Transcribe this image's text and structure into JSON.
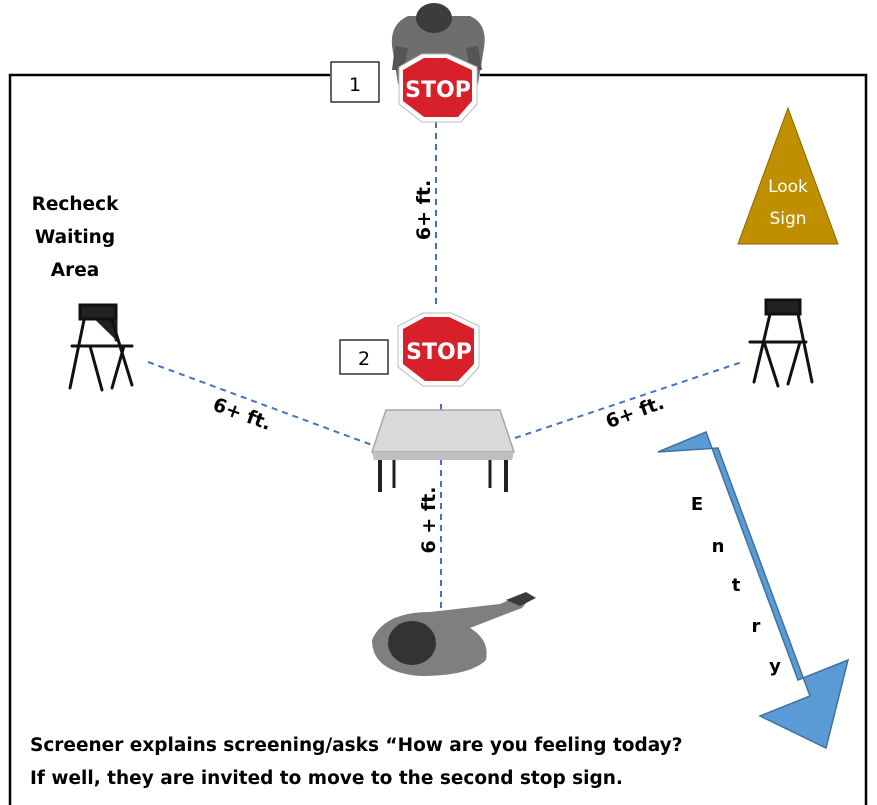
{
  "labels": {
    "marker_1": "1",
    "marker_2": "2",
    "stop_1": "STOP",
    "stop_2": "STOP",
    "look_sign_line1": "Look",
    "look_sign_line2": "Sign",
    "recheck_line1": "Recheck",
    "recheck_line2": "Waiting",
    "recheck_line3": "Area",
    "dist_vertical_top": "6+ ft.",
    "dist_left": "6+ ft.",
    "dist_right": "6+ ft.",
    "dist_vertical_bottom": "6 + ft.",
    "entry_letters": [
      "E",
      "n",
      "t",
      "r",
      "y"
    ]
  },
  "caption": {
    "line1": "Screener explains screening/asks “How are you feeling today?",
    "line2": "If well, they are invited to move to the second stop sign."
  },
  "colors": {
    "stop_red": "#d7202a",
    "look_sign": "#bf8f00",
    "entry_arrow": "#5b9bd5",
    "dash_line": "#4472c4"
  }
}
